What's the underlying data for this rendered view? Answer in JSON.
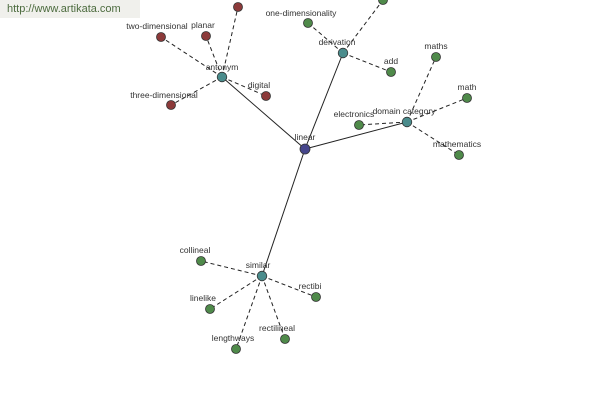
{
  "banner": {
    "text": "http://www.artikata.com"
  },
  "colors": {
    "center": "#46468c",
    "category": "#4a8c8c",
    "related": "#4f8a4a",
    "antonym": "#8c3a3a"
  },
  "graph": {
    "center": {
      "id": "linear",
      "label": "linear"
    },
    "categories": [
      {
        "id": "antonym",
        "label": "antonym"
      },
      {
        "id": "derivation",
        "label": "derivation"
      },
      {
        "id": "domain",
        "label": "domain category"
      },
      {
        "id": "similar",
        "label": "similar"
      }
    ],
    "leaves": [
      {
        "id": "ant-top",
        "label": "",
        "parent": "antonym",
        "kind": "antonym"
      },
      {
        "id": "two-dimensional",
        "label": "two-dimensional",
        "parent": "antonym",
        "kind": "antonym"
      },
      {
        "id": "planar",
        "label": "planar",
        "parent": "antonym",
        "kind": "antonym"
      },
      {
        "id": "three-dimensional",
        "label": "three-dimensional",
        "parent": "antonym",
        "kind": "antonym"
      },
      {
        "id": "digital",
        "label": "digital",
        "parent": "antonym",
        "kind": "antonym"
      },
      {
        "id": "one-dimensionality",
        "label": "one-dimensionality",
        "parent": "derivation",
        "kind": "related"
      },
      {
        "id": "der-top",
        "label": "",
        "parent": "derivation",
        "kind": "related"
      },
      {
        "id": "add",
        "label": "add",
        "parent": "derivation",
        "kind": "related"
      },
      {
        "id": "maths",
        "label": "maths",
        "parent": "domain",
        "kind": "related"
      },
      {
        "id": "math",
        "label": "math",
        "parent": "domain",
        "kind": "related"
      },
      {
        "id": "electronics",
        "label": "electronics",
        "parent": "domain",
        "kind": "related"
      },
      {
        "id": "mathematics",
        "label": "mathematics",
        "parent": "domain",
        "kind": "related"
      },
      {
        "id": "collineal",
        "label": "collineal",
        "parent": "similar",
        "kind": "related"
      },
      {
        "id": "linelike",
        "label": "linelike",
        "parent": "similar",
        "kind": "related"
      },
      {
        "id": "rectilineal",
        "label": "rectilineal",
        "parent": "similar",
        "kind": "related"
      },
      {
        "id": "rectibi",
        "label": "rectibi",
        "parent": "similar",
        "kind": "related"
      },
      {
        "id": "lengthways",
        "label": "lengthways",
        "parent": "similar",
        "kind": "related"
      }
    ]
  }
}
